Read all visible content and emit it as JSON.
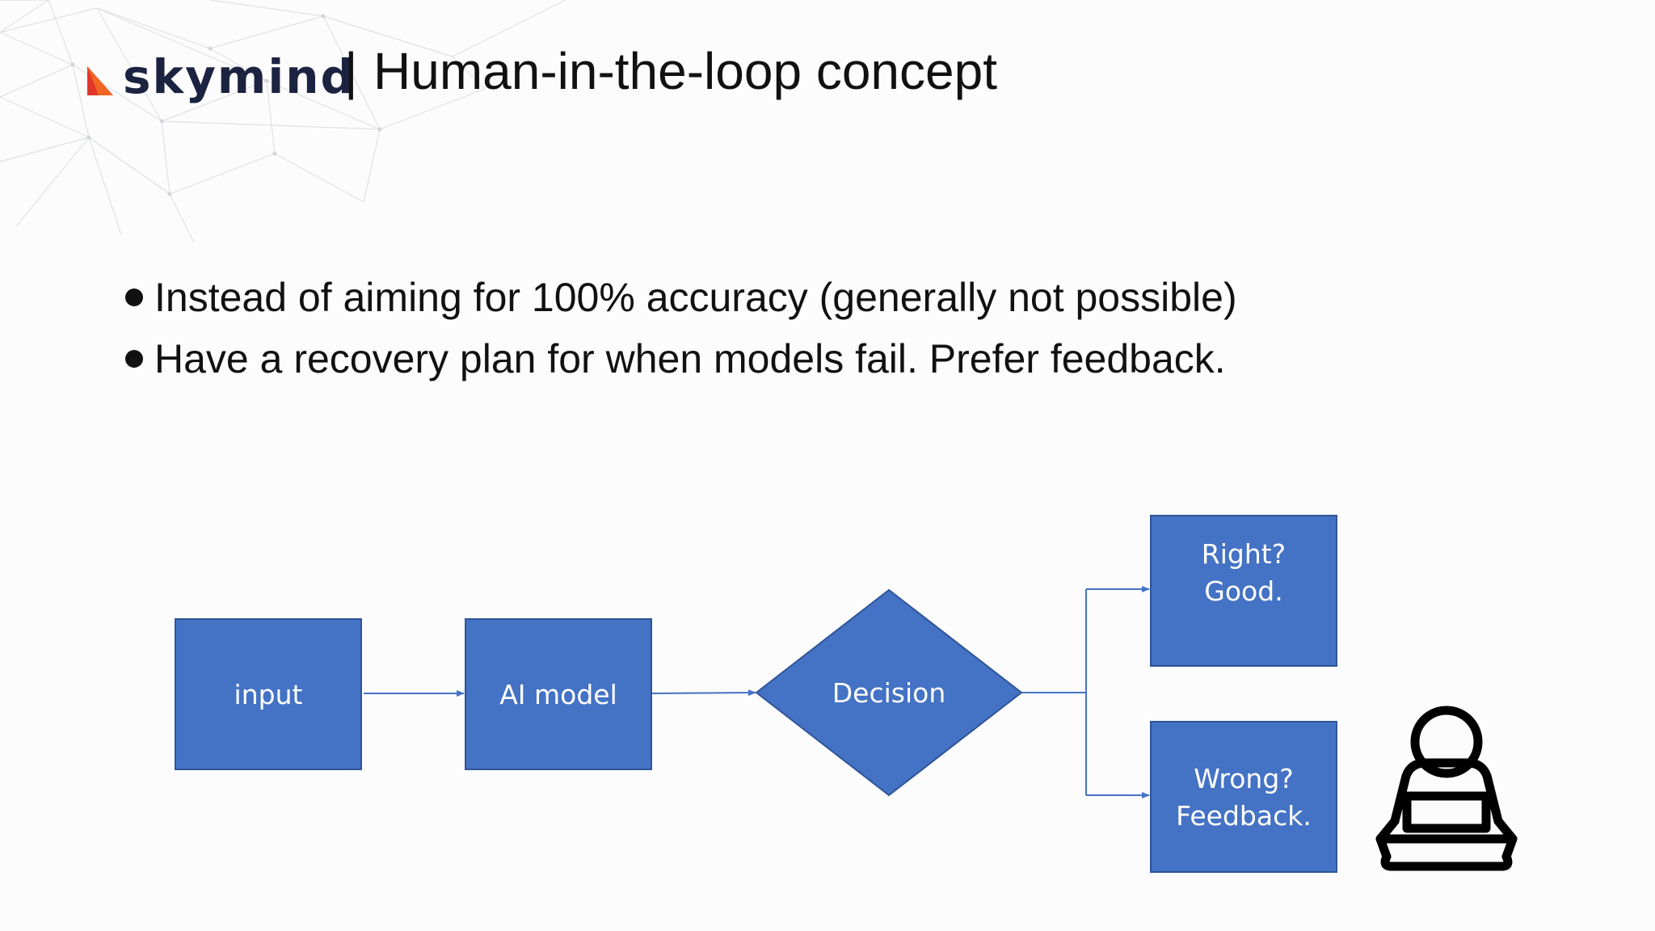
{
  "header": {
    "logo_text": "skymind",
    "separator": "|",
    "title": "Human-in-the-loop concept"
  },
  "bullets": [
    "Instead of aiming for 100% accuracy (generally not possible)",
    "Have a recovery plan for when models fail. Prefer feedback."
  ],
  "diagram": {
    "nodes": {
      "input": "input",
      "ai_model": "AI model",
      "decision": "Decision",
      "right_line1": "Right?",
      "right_line2": "Good.",
      "wrong_line1": "Wrong?",
      "wrong_line2": "Feedback."
    }
  },
  "colors": {
    "box_fill": "#4472c4",
    "box_border": "#2f5597",
    "arrow": "#4472c4",
    "logo_orange": "#f26522",
    "logo_red": "#e0372a",
    "logo_text": "#1b2340"
  },
  "icons": {
    "logo": "skymind-logo-icon",
    "person": "person-at-laptop-icon"
  }
}
